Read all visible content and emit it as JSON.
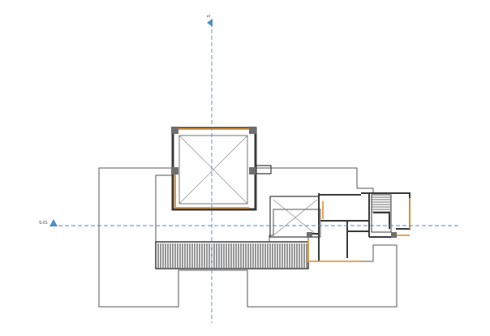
{
  "section_markers": [
    {
      "label": "S",
      "orientation": "vertical"
    },
    {
      "label": "S-01",
      "orientation": "horizontal"
    }
  ],
  "colors": {
    "wall": "#3a3a3a",
    "outline": "#555555",
    "accent_wall": "#e39a3c",
    "section_line": "#4b8fc4",
    "column": "#6f6f6f",
    "hatch": "#2e2e2e"
  }
}
